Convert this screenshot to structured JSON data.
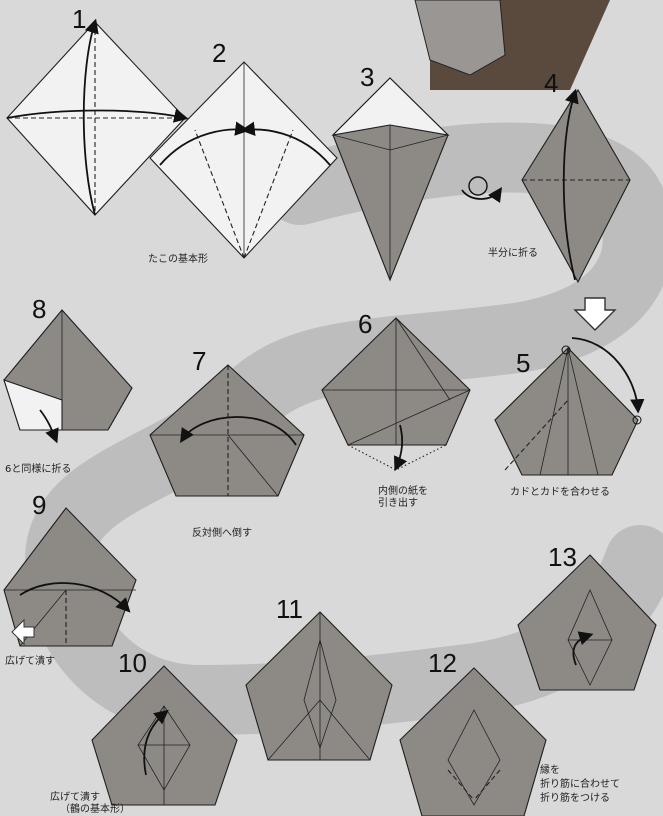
{
  "steps": [
    {
      "number": "1",
      "caption": ""
    },
    {
      "number": "2",
      "caption": "たこの基本形"
    },
    {
      "number": "3",
      "caption": ""
    },
    {
      "number": "4",
      "caption": "半分に折る"
    },
    {
      "number": "5",
      "caption": "カドとカドを合わせる"
    },
    {
      "number": "6",
      "caption_lines": [
        "内側の紙を",
        "引き出す"
      ]
    },
    {
      "number": "7",
      "caption": "反対側へ倒す"
    },
    {
      "number": "8",
      "caption": "6と同様に折る"
    },
    {
      "number": "9",
      "caption": "広げて潰す"
    },
    {
      "number": "10",
      "caption_lines": [
        "広げて潰す",
        "（鶴の基本形）"
      ]
    },
    {
      "number": "11",
      "caption": ""
    },
    {
      "number": "12",
      "caption": ""
    },
    {
      "number": "13",
      "caption_lines": [
        "縁を",
        "折り筋に合わせて",
        "折り筋をつける"
      ]
    }
  ]
}
